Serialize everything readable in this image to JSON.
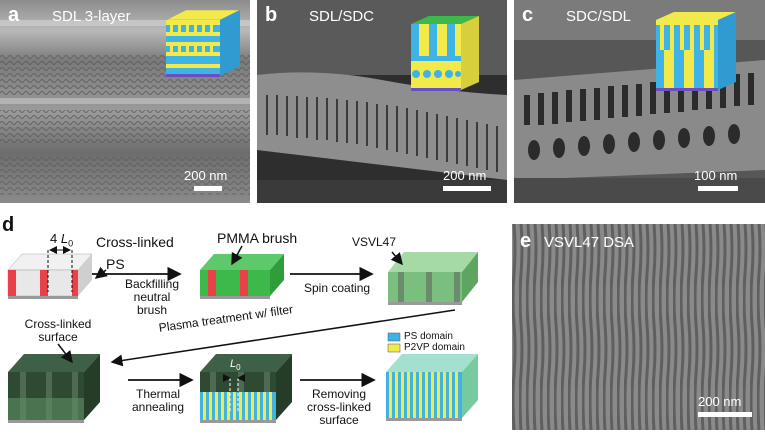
{
  "panels": {
    "a": {
      "label": "a",
      "title": "SDL 3-layer",
      "scale": "200 nm"
    },
    "b": {
      "label": "b",
      "title": "SDL/SDC",
      "scale": "200 nm"
    },
    "c": {
      "label": "c",
      "title": "SDC/SDL",
      "scale": "100 nm"
    },
    "d": {
      "label": "d",
      "four_l0": "4",
      "l0": "L",
      "l0_sub": "0",
      "cross_linked": "Cross-linked",
      "ps": "PS",
      "pmma_brush": "PMMA brush",
      "backfilling_1": "Backfilling",
      "backfilling_2": "neutral brush",
      "vsvl47": "VSVL47",
      "spin_coating": "Spin coating",
      "plasma": "Plasma treatment w/ filter",
      "cl_surface_1": "Cross-linked",
      "cl_surface_2": "surface",
      "thermal_1": "Thermal",
      "thermal_2": "annealing",
      "removing_1": "Removing",
      "removing_2": "cross-linked",
      "removing_3": "surface",
      "legend_ps": "PS domain",
      "legend_p2vp": "P2VP domain"
    },
    "e": {
      "label": "e",
      "title": "VSVL47 DSA",
      "scale": "200 nm"
    }
  },
  "colors": {
    "ps_blue": "#3fb3e6",
    "p2vp_yellow": "#f2ea4a",
    "brush_green": "#3db84a",
    "pattern_red": "#e8414a",
    "film_green": "#7bbf7e",
    "dark_film": "#2f4a33"
  }
}
